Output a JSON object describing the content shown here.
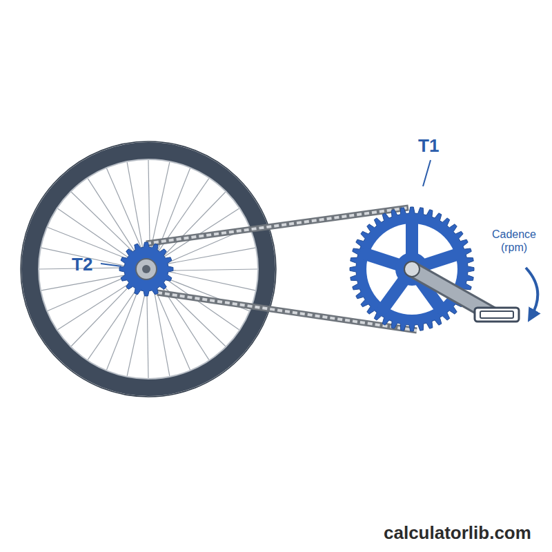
{
  "diagram": {
    "labels": [
      "T1",
      "T2",
      "Cadence (rpm)",
      "calculatorlib.com"
    ]
  }
}
